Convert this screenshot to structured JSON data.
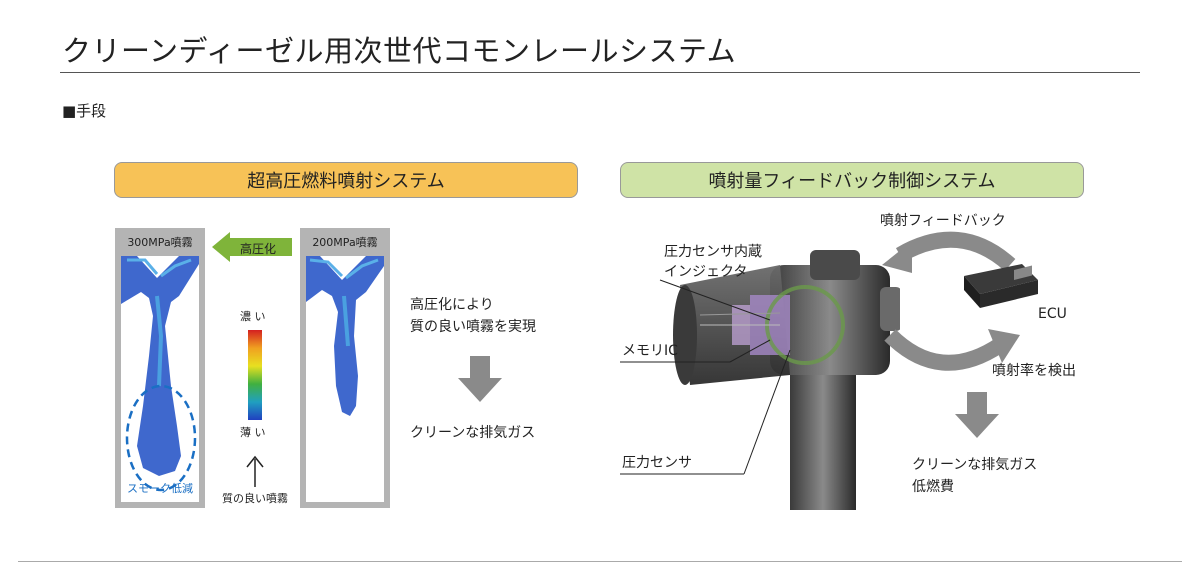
{
  "header": {
    "title": "クリーンディーゼル用次世代コモンレールシステム",
    "section": "■手段"
  },
  "left": {
    "heading": "超高圧燃料噴射システム",
    "box_300_label": "300MPa噴霧",
    "box_200_label": "200MPa噴霧",
    "arrow_label": "高圧化",
    "scale_high": "濃 い",
    "scale_low": "薄 い",
    "smoke_label": "スモーク低減",
    "good_spray": "質の良い噴霧",
    "result_line1": "高圧化により",
    "result_line2": "質の良い噴霧を実現",
    "clean_exhaust": "クリーンな排気ガス"
  },
  "right": {
    "heading": "噴射量フィードバック制御システム",
    "injector_label_line1": "圧力センサ内蔵",
    "injector_label_line2": "インジェクタ",
    "memory_ic": "メモリIC",
    "pressure_sensor": "圧力センサ",
    "feedback": "噴射フィードバック",
    "ecu": "ECU",
    "detect": "噴射率を検出",
    "clean_line1": "クリーンな排気ガス",
    "clean_line2": "低燃費"
  },
  "colors": {
    "pill_left": "#f7c257",
    "pill_right": "#cfe3a6",
    "arrow_green": "#7fb43a",
    "arrow_gray": "#8a8a8a",
    "smoke_blue": "#1a6fc4"
  }
}
